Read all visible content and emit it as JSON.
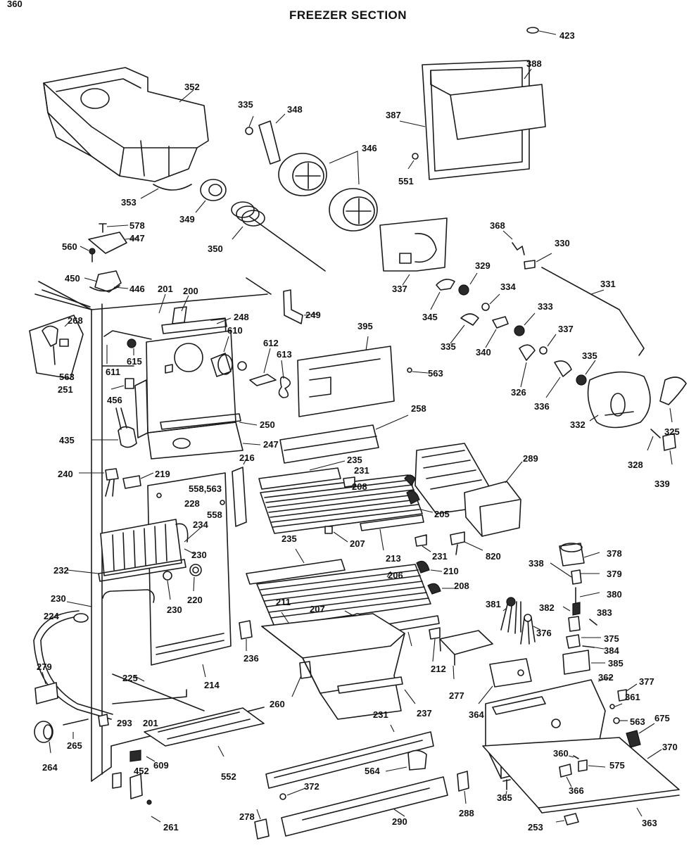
{
  "title": "FREEZER SECTION",
  "labels": [
    "423",
    "388",
    "387",
    "352",
    "335",
    "348",
    "346",
    "551",
    "353",
    "349",
    "350",
    "578",
    "447",
    "560",
    "450",
    "446",
    "201",
    "200",
    "248",
    "249",
    "395",
    "268",
    "563",
    "611",
    "615",
    "610",
    "612",
    "613",
    "563",
    "251",
    "456",
    "250",
    "435",
    "247",
    "258",
    "240",
    "219",
    "216",
    "235",
    "231",
    "558,563",
    "228",
    "558",
    "234",
    "208",
    "205",
    "230",
    "207",
    "213",
    "231",
    "232",
    "220",
    "230",
    "235",
    "206",
    "210",
    "208",
    "211",
    "207",
    "230",
    "224",
    "236",
    "214",
    "225",
    "279",
    "201",
    "293",
    "265",
    "264",
    "609",
    "452",
    "261",
    "552",
    "260",
    "237",
    "212",
    "231",
    "277",
    "372",
    "564",
    "278",
    "290",
    "288",
    "289",
    "820",
    "368",
    "330",
    "331",
    "329",
    "337",
    "345",
    "334",
    "335",
    "340",
    "333",
    "337",
    "335",
    "326",
    "336",
    "332",
    "325",
    "328",
    "339",
    "338",
    "378",
    "379",
    "380",
    "382",
    "383",
    "381",
    "376",
    "375",
    "384",
    "385",
    "377",
    "362",
    "361",
    "563",
    "675",
    "364",
    "370",
    "360",
    "575",
    "366",
    "365",
    "253",
    "363",
    "360"
  ]
}
